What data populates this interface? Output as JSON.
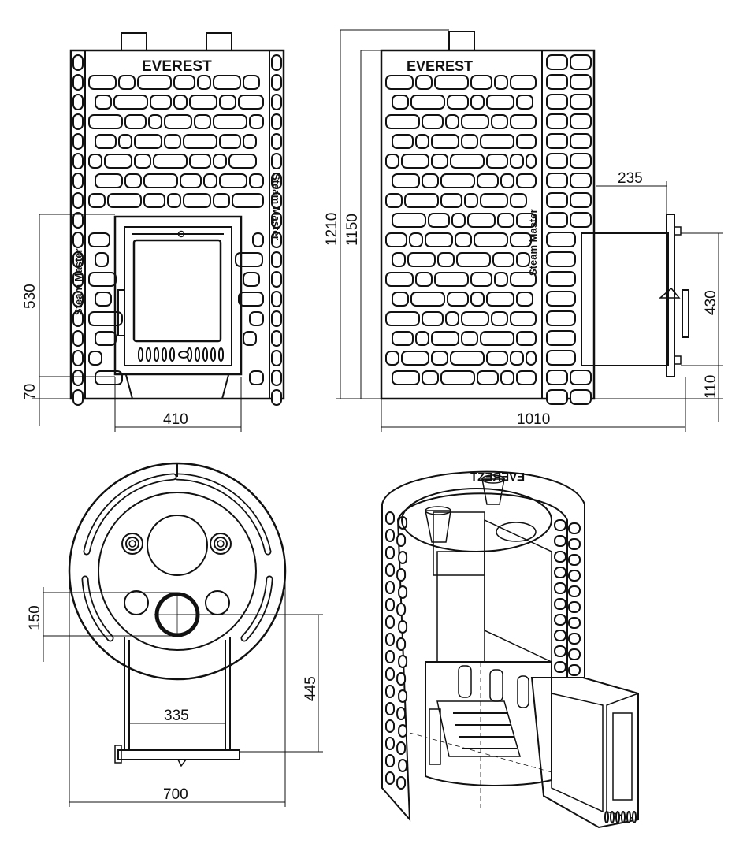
{
  "brand": {
    "name": "EVEREST",
    "maker": "Steam Master",
    "mirrored_top": "TZƎЯƎVƎ"
  },
  "dimensions": {
    "front_height_door": "530",
    "front_base": "70",
    "front_door_width": "410",
    "side_total_height": "1210",
    "side_body_height": "1150",
    "side_tunnel_length": "235",
    "side_tunnel_height": "430",
    "side_tunnel_base": "110",
    "side_total_width": "1010",
    "top_chimney_offset": "150",
    "top_depth": "445",
    "top_inner_width": "335",
    "top_diameter": "700"
  },
  "colors": {
    "line": "#111111",
    "steel_light": "#d8d4cf",
    "steel_mid": "#b9b4ae",
    "steel_dark": "#8e8983",
    "glow": "#d98a2b"
  }
}
